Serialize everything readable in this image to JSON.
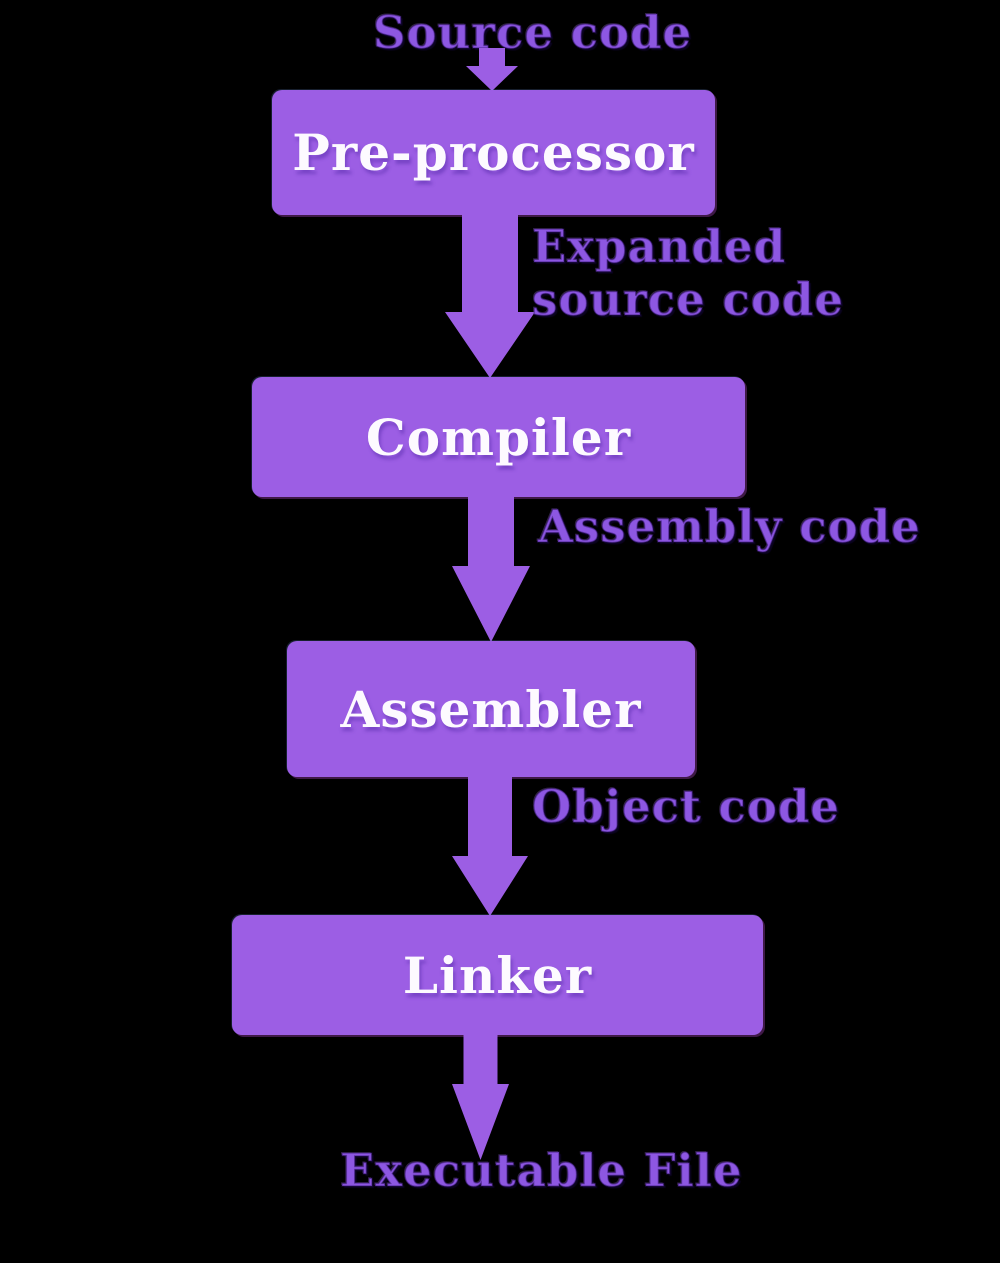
{
  "colors": {
    "background": "#000000",
    "node_fill": "#9c5ee4",
    "node_text": "#fdfaff",
    "edge_label_text": "#8d57e2"
  },
  "flow": {
    "input_label": "Source code",
    "nodes": [
      {
        "label": "Pre-processor"
      },
      {
        "label": "Compiler"
      },
      {
        "label": "Assembler"
      },
      {
        "label": "Linker"
      }
    ],
    "edge_labels": [
      "Expanded source code",
      "Assembly code",
      "Object code"
    ],
    "output_label": "Executable File",
    "arrow_icon": "down-arrow"
  }
}
